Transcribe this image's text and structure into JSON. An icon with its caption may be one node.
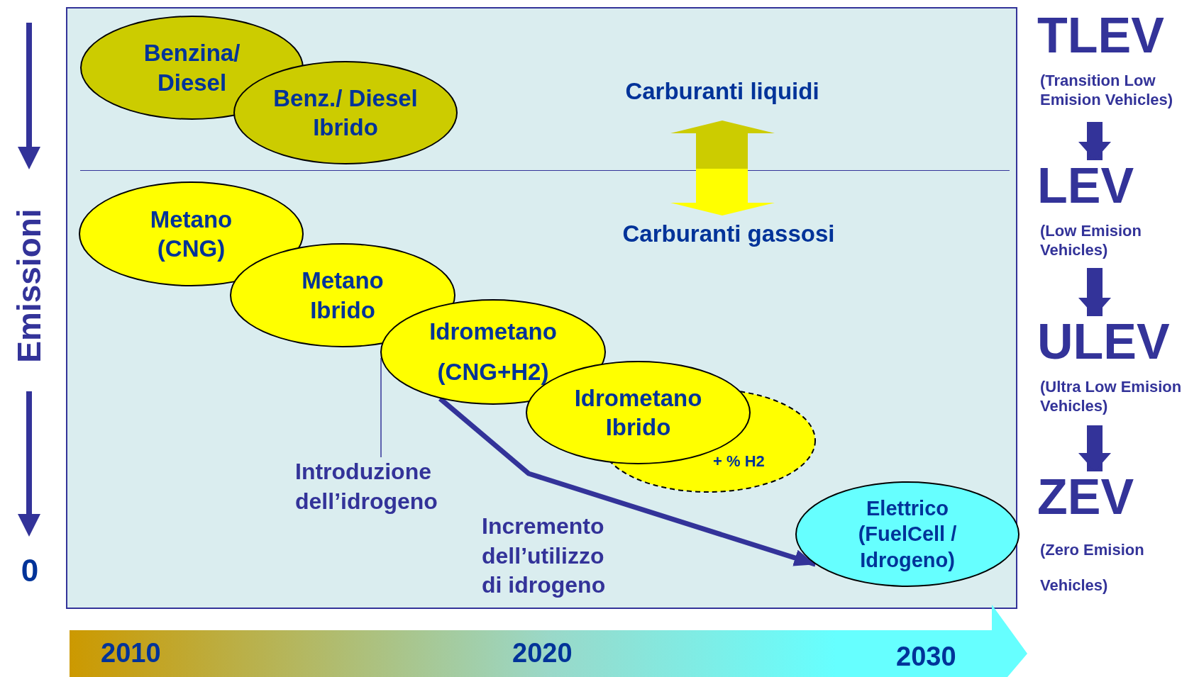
{
  "diagram": {
    "nodes": [
      {
        "text": [
          "Benzina/ Diesel"
        ]
      },
      {
        "text": [
          "Benz./ Diesel Ibrido"
        ]
      },
      {
        "text": [
          "Metano (CNG)"
        ]
      },
      {
        "text": [
          "Metano Ibrido"
        ]
      },
      {
        "text": [
          "Idrometano (CNG+H2)"
        ]
      },
      {
        "text": [
          "Idrometano Ibrido"
        ]
      },
      {
        "text": [
          "+ % H2"
        ]
      },
      {
        "text": [
          "Introduzione dell’idrogeno"
        ]
      },
      {
        "text": [
          "Elettrico (FuelCell / Idrogeno)"
        ]
      },
      {
        "text": [
          "TLEV",
          "(Transition Low Emision Vehicles)"
        ]
      },
      {
        "text": [
          "LEV",
          "(Low Emision Vehicles)"
        ]
      },
      {
        "text": [
          "ULEV",
          "(Ultra Low Emision Vehicles)"
        ]
      },
      {
        "text": [
          "ZEV",
          "(Zero Emision Vehicles)"
        ]
      }
    ],
    "edges": [
      {
        "from": 7,
        "to": 4,
        "arrow": "none"
      },
      {
        "from": 4,
        "to": 8,
        "arrow": "to",
        "label": "Incremento dell’utilizzo di idrogeno"
      },
      {
        "from": 9,
        "to": 10,
        "arrow": "to"
      },
      {
        "from": 10,
        "to": 11,
        "arrow": "to"
      },
      {
        "from": 11,
        "to": 12,
        "arrow": "to"
      }
    ],
    "labels": [
      "Carburanti liquidi",
      "Carburanti gassosi",
      "Emissioni",
      "0",
      "2010",
      "2020",
      "2030"
    ]
  }
}
